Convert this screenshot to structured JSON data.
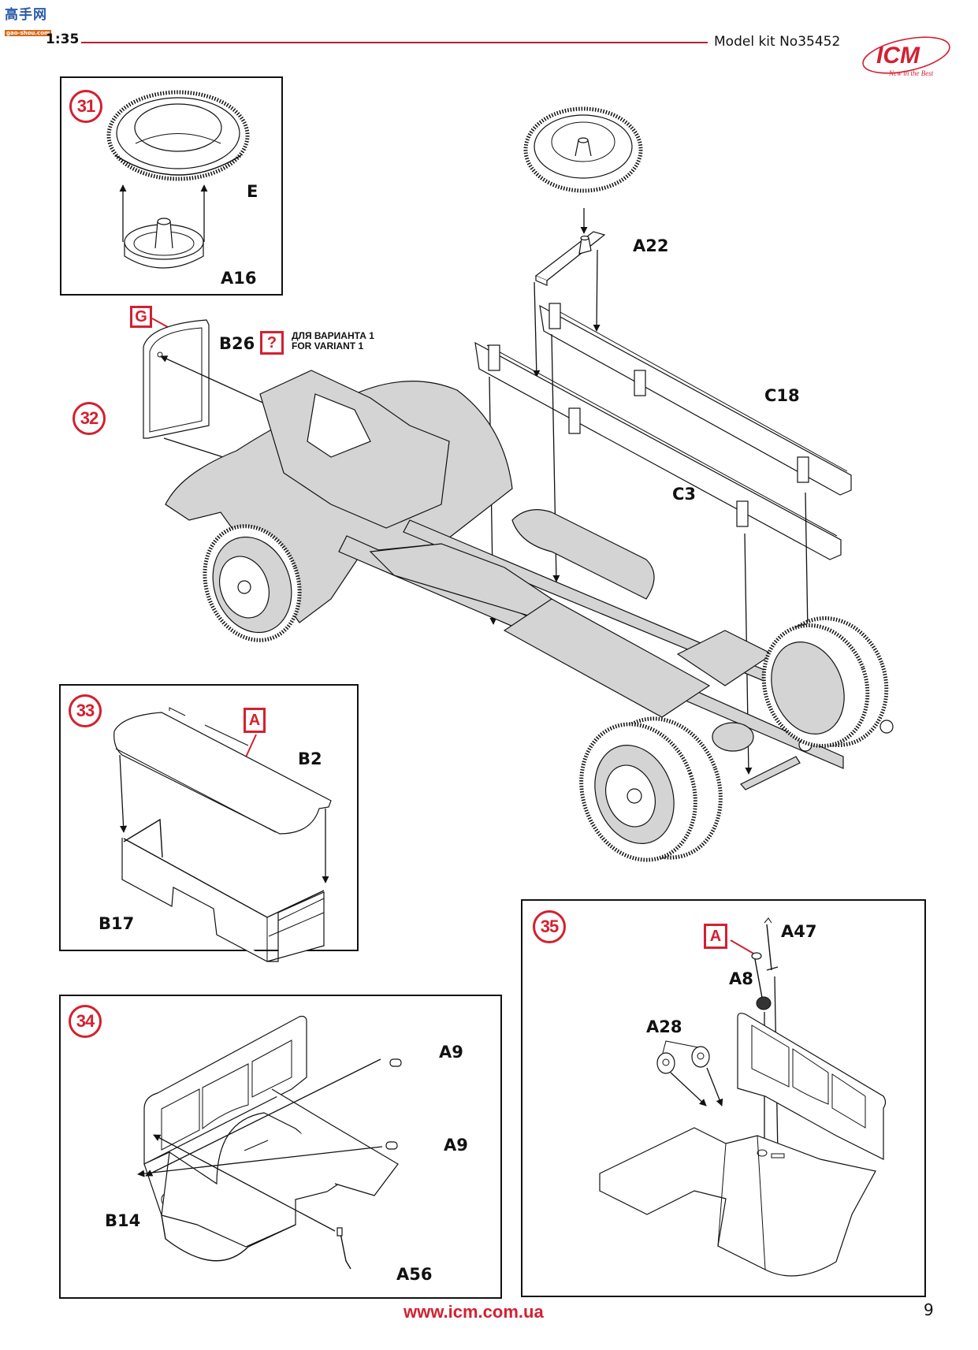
{
  "header": {
    "watermark_chars": "高手网",
    "watermark_url": "gao-shou.com",
    "scale": "1:35",
    "kit_number": "Model kit No35452",
    "logo_text": "ICM",
    "logo_tagline": "New in the Best"
  },
  "colors": {
    "accent_red": "#d42030",
    "rule_red": "#b3212c",
    "part_gray": "#d4d4d4"
  },
  "steps": [
    {
      "number": "31",
      "parts": [
        "E",
        "A16"
      ],
      "icons": [
        "tire-icon",
        "wheel-hub-icon"
      ]
    },
    {
      "number": "32",
      "parts": [
        "B26",
        "A22",
        "C18",
        "C3"
      ],
      "paint_marker": "G",
      "note_icon": "?",
      "variant_note_ru": "ДЛЯ ВАРИАНТА 1",
      "variant_note_en": "FOR VARIANT 1"
    },
    {
      "number": "33",
      "parts": [
        "B2",
        "B17"
      ],
      "paint_marker": "A"
    },
    {
      "number": "34",
      "parts": [
        "A9",
        "A9",
        "B14",
        "A56"
      ]
    },
    {
      "number": "35",
      "parts": [
        "A47",
        "A8",
        "A28"
      ],
      "paint_marker": "A"
    }
  ],
  "footer": {
    "url": "www.icm.com.ua",
    "page_number": "9"
  }
}
